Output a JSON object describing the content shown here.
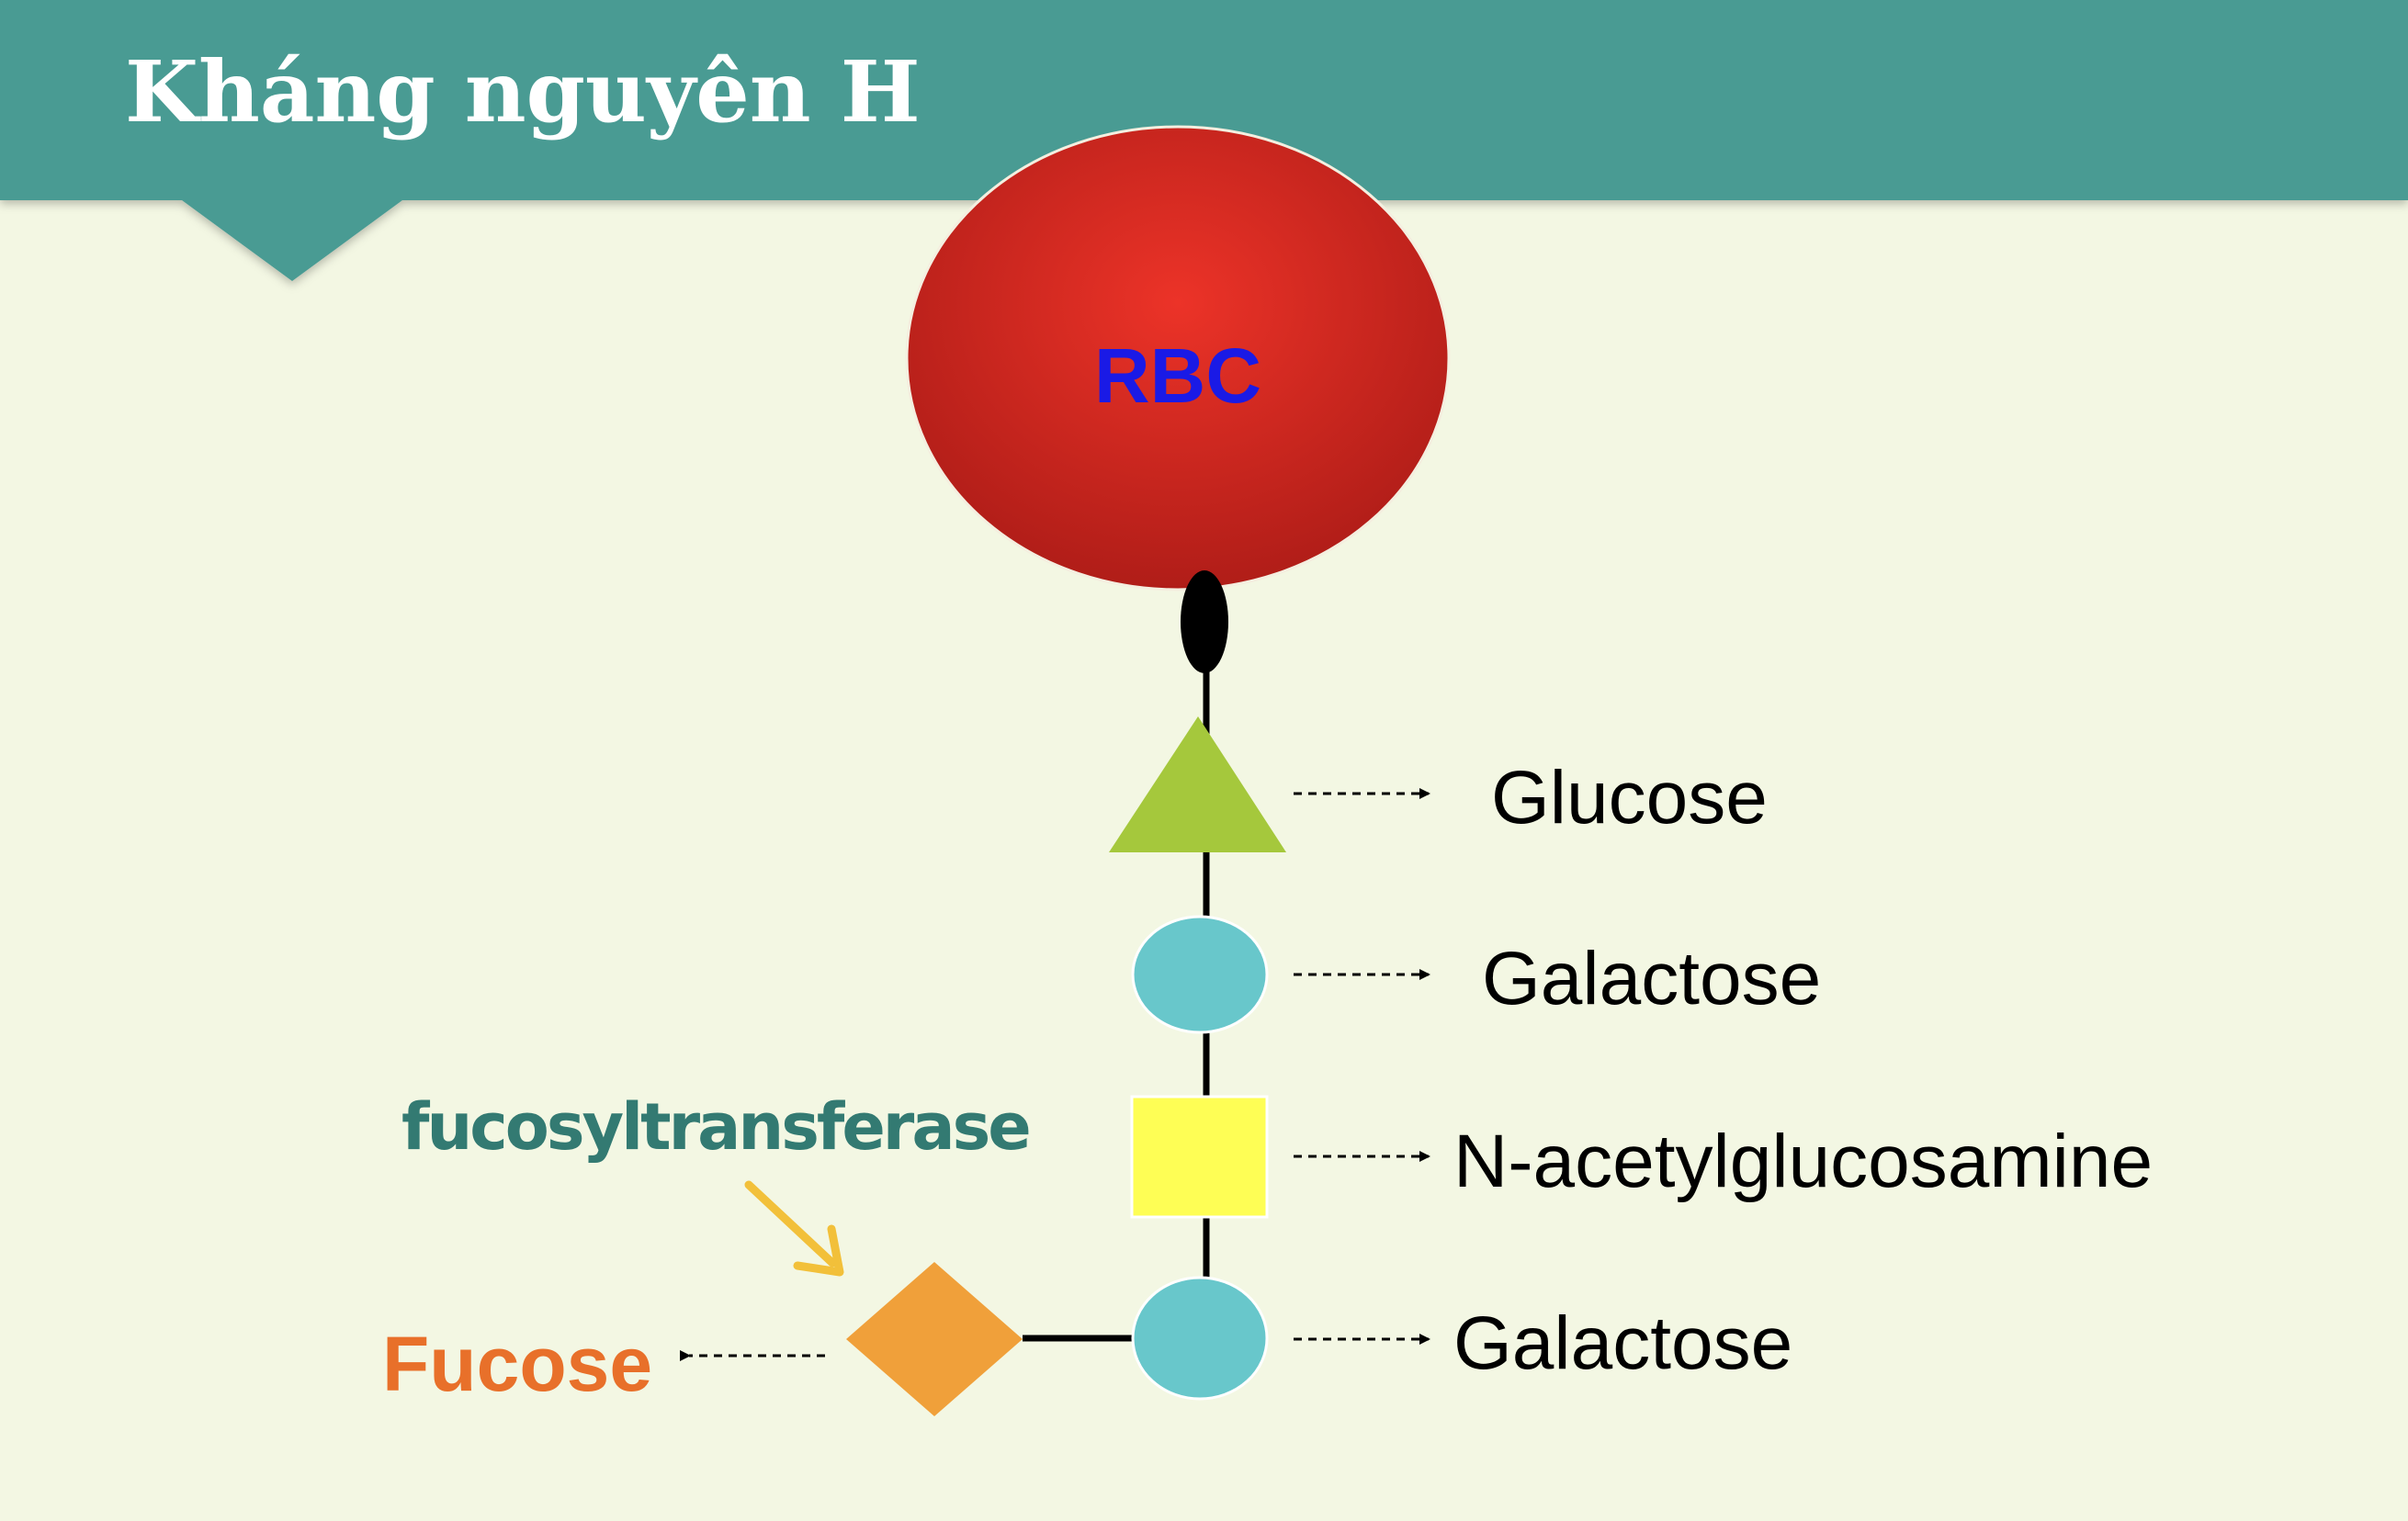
{
  "header": {
    "title": "Kháng nguyên H",
    "band_color": "#4a9b93"
  },
  "rbc": {
    "label": "RBC",
    "color": "#c8251f",
    "label_color": "#1a1ae6"
  },
  "chain": [
    {
      "shape": "triangle",
      "label": "Glucose",
      "color": "#a5c83c"
    },
    {
      "shape": "circle",
      "label": "Galactose",
      "color": "#68c7cb"
    },
    {
      "shape": "square",
      "label": "N-acetylglucosamine",
      "color": "#fefe55"
    },
    {
      "shape": "circle",
      "label": "Galactose",
      "color": "#68c7cb"
    }
  ],
  "branch": {
    "shape": "diamond",
    "label": "Fucose",
    "color": "#f0a03a",
    "label_color": "#e8702a"
  },
  "enzyme": {
    "label": "fucosyltransferase",
    "color": "#337a72",
    "arrow_color": "#f2c03a"
  }
}
